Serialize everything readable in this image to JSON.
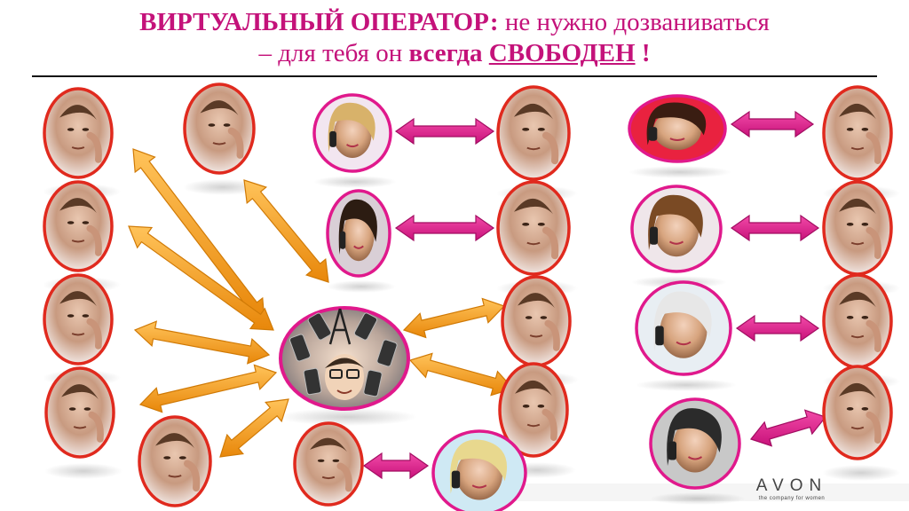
{
  "title": {
    "lead_bold": "ВИРТУАЛЬНЫЙ ОПЕРАТОР:",
    "lead_rest": " не нужно дозваниваться",
    "line2_start": "– для тебя он ",
    "line2_bold": "всегда",
    "line2_underlined": "СВОБОДЕН",
    "line2_end": " !"
  },
  "colors": {
    "accent_pink": "#c4127a",
    "orange_arrow": "#f59a12",
    "magenta_arrow": "#e0198c",
    "ring_red": "#e02a1e"
  },
  "brand": {
    "name": "AVON",
    "tagline": "the company for women"
  }
}
